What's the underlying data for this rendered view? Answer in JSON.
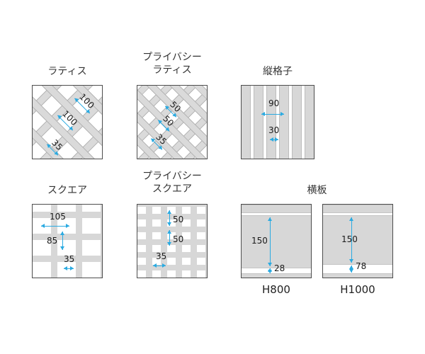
{
  "panels": {
    "lattice": {
      "title": "ラティス",
      "dims": [
        "100",
        "100",
        "35"
      ]
    },
    "privacy_lattice": {
      "title_line1": "プライバシー",
      "title_line2": "ラティス",
      "dims": [
        "50",
        "50",
        "35"
      ]
    },
    "vertical_grid": {
      "title": "縦格子",
      "dims": [
        "90",
        "30"
      ]
    },
    "square": {
      "title": "スクエア",
      "dims": [
        "105",
        "85",
        "35"
      ]
    },
    "privacy_square": {
      "title_line1": "プライバシー",
      "title_line2": "スクエア",
      "dims": [
        "50",
        "50",
        "35"
      ]
    },
    "horizontal_board": {
      "title": "横板",
      "variants": [
        {
          "label": "H800",
          "dims": [
            "150",
            "28"
          ]
        },
        {
          "label": "H1000",
          "dims": [
            "150",
            "78"
          ]
        }
      ]
    }
  },
  "colors": {
    "accent": "#2aaae1",
    "slat": "#d7d7d7",
    "panel_border": "#4d4d4d"
  }
}
